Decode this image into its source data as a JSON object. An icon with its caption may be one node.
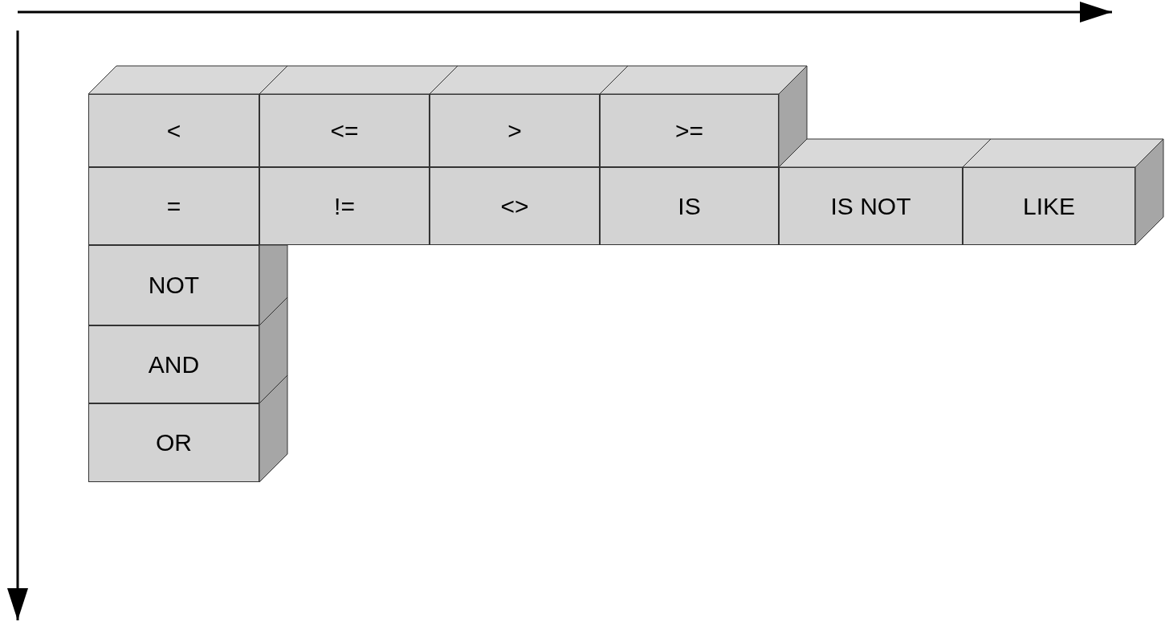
{
  "diagram": {
    "nodes": [
      {
        "text": [
          "<"
        ]
      },
      {
        "text": [
          "<="
        ]
      },
      {
        "text": [
          ">"
        ]
      },
      {
        "text": [
          ">="
        ]
      },
      {
        "text": [
          "="
        ]
      },
      {
        "text": [
          "!="
        ]
      },
      {
        "text": [
          "<>"
        ]
      },
      {
        "text": [
          "IS"
        ]
      },
      {
        "text": [
          "IS NOT"
        ]
      },
      {
        "text": [
          "LIKE"
        ]
      },
      {
        "text": [
          "NOT"
        ]
      },
      {
        "text": [
          "AND"
        ]
      },
      {
        "text": [
          "OR"
        ]
      }
    ]
  }
}
